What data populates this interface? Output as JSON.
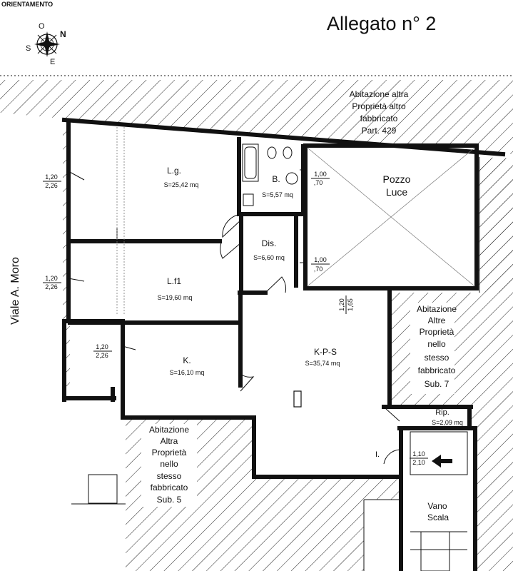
{
  "header": {
    "orientation_label": "ORIENTAMENTO",
    "title": "Allegato n° 2",
    "compass": {
      "north": "N",
      "south": "S",
      "east": "E",
      "west": "O"
    }
  },
  "street": {
    "name": "Viale  A.  Moro"
  },
  "rooms": {
    "living": {
      "name": "L.g.",
      "area": "S=25,42 mq"
    },
    "bedroom": {
      "name": "L.f1",
      "area": "S=19,60 mq"
    },
    "bath": {
      "name": "B.",
      "area": "S=5,57 mq"
    },
    "hall": {
      "name": "Dis.",
      "area": "S=6,60 mq"
    },
    "kitchen": {
      "name": "K.",
      "area": "S=16,10 mq"
    },
    "kps": {
      "name": "K-P-S",
      "area": "S=35,74 mq"
    },
    "storage": {
      "name": "Rip.",
      "area": "S=2,09 mq"
    },
    "entry": {
      "name": "I."
    }
  },
  "light_well": {
    "lines": [
      "Pozzo",
      "Luce"
    ]
  },
  "stair": {
    "lines": [
      "Vano",
      "Scala"
    ]
  },
  "neighbors": {
    "north": {
      "lines": [
        "Abitazione altra",
        "Proprietà altro",
        "fabbricato",
        "Part. 429"
      ]
    },
    "east": {
      "lines": [
        "Abitazione",
        "Altre",
        "Proprietà",
        "nello",
        "stesso",
        "fabbricato",
        "Sub. 7"
      ]
    },
    "south": {
      "lines": [
        "Abitazione",
        "Altra",
        "Proprietà",
        "nello",
        "stesso",
        "fabbricato",
        "Sub. 5"
      ]
    }
  },
  "openings": {
    "win_living": {
      "top": "1,20",
      "bottom": "2,26"
    },
    "win_bedroom": {
      "top": "1,20",
      "bottom": "2,26"
    },
    "win_kitchen": {
      "top": "1,20",
      "bottom": "2,26"
    },
    "win_bath": {
      "top": "1,00",
      "bottom": ",70"
    },
    "win_hall": {
      "top": "1,00",
      "bottom": ",70"
    },
    "win_well": {
      "top": "1,20",
      "bottom": "1,65"
    },
    "entry_door": {
      "top": "1,10",
      "bottom": "2,10"
    }
  }
}
